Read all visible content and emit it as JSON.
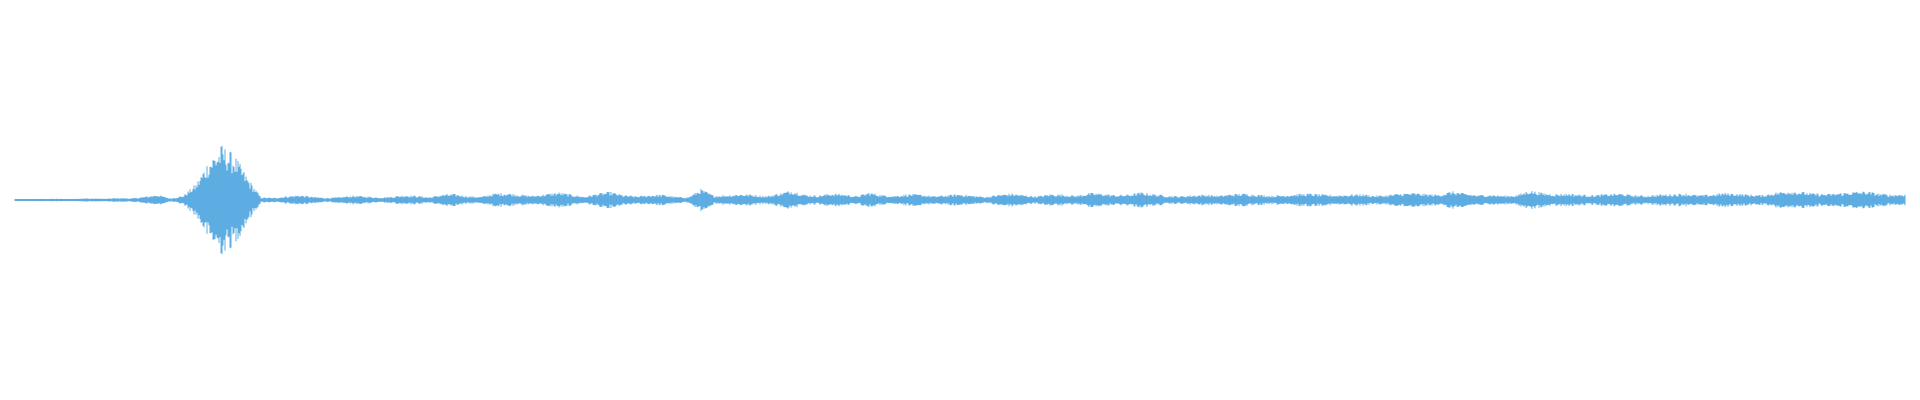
{
  "waveform": {
    "color": "#5dade2",
    "background": "#ffffff",
    "amplitude_profile": [
      0.015,
      0.02,
      0.02,
      0.025,
      0.02,
      0.03,
      0.03,
      0.025,
      0.04,
      0.03,
      0.06,
      0.1,
      0.03,
      0.08,
      0.3,
      0.75,
      1.0,
      0.8,
      0.4,
      0.05,
      0.04,
      0.07,
      0.09,
      0.06,
      0.04,
      0.05,
      0.08,
      0.07,
      0.05,
      0.06,
      0.09,
      0.08,
      0.05,
      0.1,
      0.11,
      0.07,
      0.06,
      0.12,
      0.13,
      0.1,
      0.08,
      0.11,
      0.14,
      0.1,
      0.06,
      0.12,
      0.15,
      0.09,
      0.07,
      0.09,
      0.1,
      0.06,
      0.05,
      0.2,
      0.08,
      0.09,
      0.11,
      0.1,
      0.07,
      0.12,
      0.18,
      0.1,
      0.08,
      0.12,
      0.11,
      0.07,
      0.14,
      0.09,
      0.08,
      0.11,
      0.1,
      0.07,
      0.09,
      0.11,
      0.08,
      0.06,
      0.1,
      0.12,
      0.09,
      0.07,
      0.11,
      0.1,
      0.08,
      0.13,
      0.12,
      0.09,
      0.1,
      0.14,
      0.11,
      0.08,
      0.07,
      0.09,
      0.1,
      0.08,
      0.11,
      0.12,
      0.1,
      0.08,
      0.09,
      0.11,
      0.12,
      0.1,
      0.09,
      0.1,
      0.11,
      0.08,
      0.09,
      0.12,
      0.13,
      0.11,
      0.1,
      0.16,
      0.12,
      0.09,
      0.1,
      0.08,
      0.09,
      0.18,
      0.13,
      0.11,
      0.12,
      0.1,
      0.09,
      0.11,
      0.12,
      0.09,
      0.08,
      0.1,
      0.11,
      0.12,
      0.09,
      0.1,
      0.13,
      0.12,
      0.1,
      0.09,
      0.14,
      0.17,
      0.15,
      0.12,
      0.11,
      0.13,
      0.15,
      0.16,
      0.12,
      0.1,
      0.11
    ]
  }
}
